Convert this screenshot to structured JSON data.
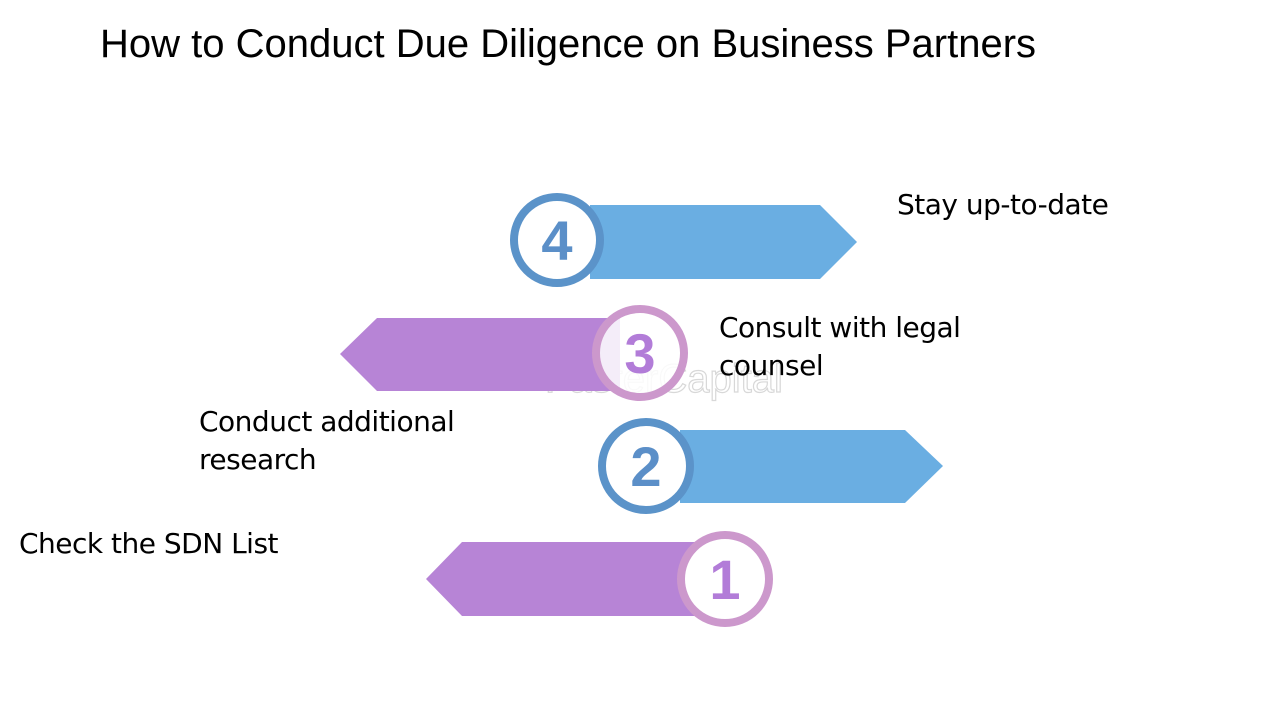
{
  "title": "How to Conduct Due Diligence on Business Partners",
  "steps": [
    {
      "number": "1",
      "label": "Check the SDN List",
      "color": "purple"
    },
    {
      "number": "2",
      "label": "Conduct additional research",
      "color": "blue"
    },
    {
      "number": "3",
      "label": "Consult with legal counsel",
      "color": "purple"
    },
    {
      "number": "4",
      "label": "Stay up-to-date",
      "color": "blue"
    }
  ],
  "colors": {
    "blue_bar": "#6aaee2",
    "blue_ring": "#5b93c9",
    "purple_bar": "#b784d6",
    "purple_ring": "#cc98cc",
    "purple_num": "#b27cd8"
  },
  "watermark": "FasterCapital"
}
